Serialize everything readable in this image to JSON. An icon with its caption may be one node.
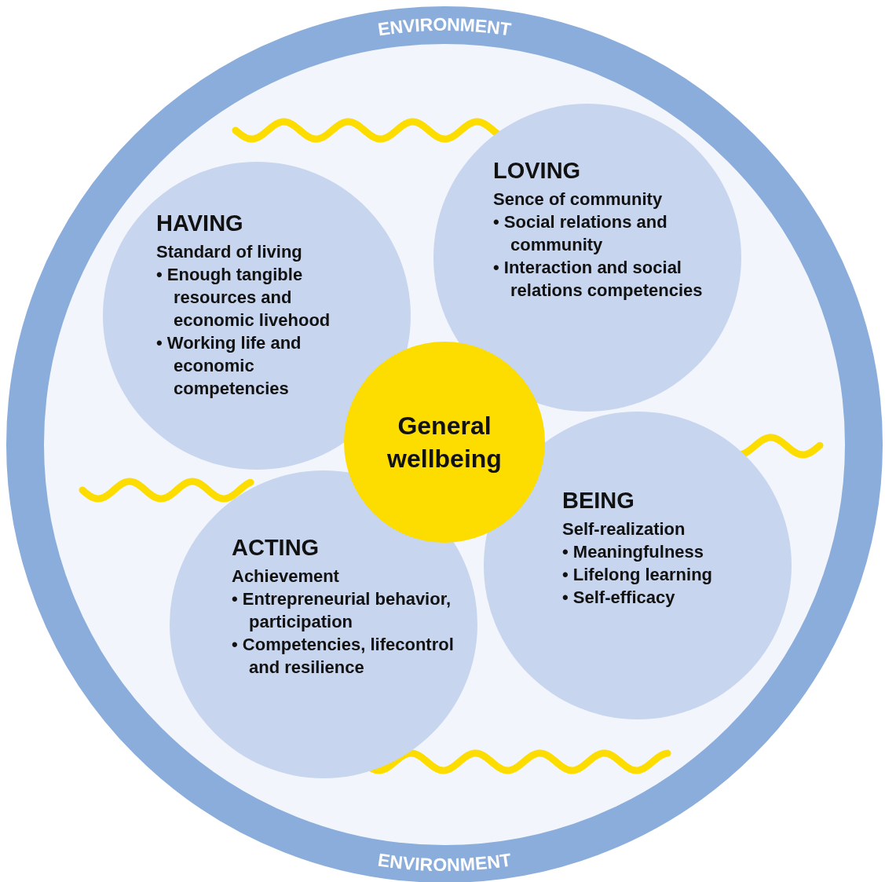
{
  "diagram": {
    "nodes": [
      {
        "text": [
          "ENVIRONMENT",
          "ENVIRONMENT"
        ]
      },
      {
        "text": [
          "HAVING",
          "Standard of living",
          "• Enough tangible resources and economic livehood",
          "• Working life and economic competencies"
        ],
        "in": 0
      },
      {
        "text": [
          "LOVING",
          "Sence of community",
          "• Social relations and community",
          "• Interaction and social relations competencies"
        ],
        "in": 0
      },
      {
        "text": [
          "ACTING",
          "Achievement",
          "• Entrepreneurial behavior, participation",
          "• Competencies, lifecontrol and resilience"
        ],
        "in": 0
      },
      {
        "text": [
          "BEING",
          "Self-realization",
          "• Meaningfulness",
          "• Lifelong learning",
          "• Self-efficacy"
        ],
        "in": 0
      },
      {
        "text": [
          "General wellbeing"
        ],
        "in": 0
      }
    ]
  }
}
